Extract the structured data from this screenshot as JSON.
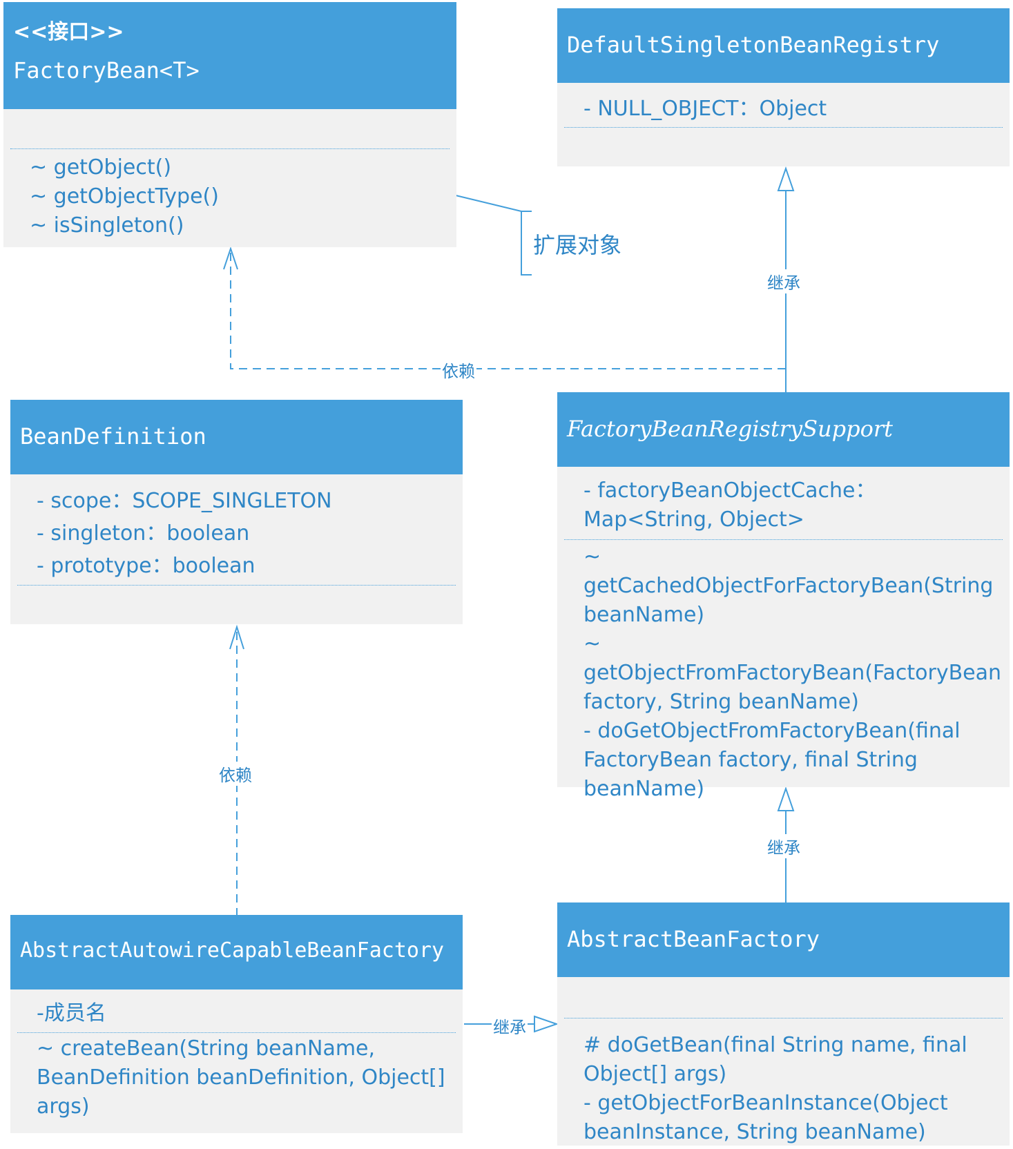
{
  "classes": {
    "factory_bean": {
      "stereotype": "<<接口>>",
      "name": "FactoryBean<T>",
      "methods": [
        "~ getObject()",
        "~ getObjectType()",
        "~ isSingleton()"
      ]
    },
    "default_singleton": {
      "name": "DefaultSingletonBeanRegistry",
      "attributes": [
        "- NULL_OBJECT：Object"
      ]
    },
    "bean_definition": {
      "name": "BeanDefinition",
      "attributes": [
        "- scope：SCOPE_SINGLETON",
        "- singleton：boolean",
        "- prototype：boolean"
      ]
    },
    "fbrs": {
      "name": "FactoryBeanRegistrySupport",
      "attributes": [
        "- factoryBeanObjectCache：Map<String, Object>"
      ],
      "methods": [
        "~ getCachedObjectForFactoryBean(String beanName)",
        "~ getObjectFromFactoryBean(FactoryBean factory, String beanName)",
        "- doGetObjectFromFactoryBean(final FactoryBean factory, final String beanName)"
      ]
    },
    "aacbf": {
      "name": "AbstractAutowireCapableBeanFactory",
      "attributes": [
        "-成员名"
      ],
      "methods": [
        "~ createBean(String beanName, BeanDefinition beanDefinition, Object[] args)"
      ]
    },
    "abf": {
      "name": "AbstractBeanFactory",
      "methods": [
        "# doGetBean(final String name, final Object[] args)",
        "- getObjectForBeanInstance(Object beanInstance, String beanName)"
      ]
    }
  },
  "labels": {
    "extend_object": "扩展对象",
    "inherit_top": "继承",
    "depend_top": "依赖",
    "depend_mid": "依赖",
    "inherit_mid": "继承",
    "inherit_bottom": "继承"
  },
  "colors": {
    "header": "#449fdb",
    "body": "#f1f1f1",
    "text": "#2f86c6",
    "line": "#449fdb"
  }
}
